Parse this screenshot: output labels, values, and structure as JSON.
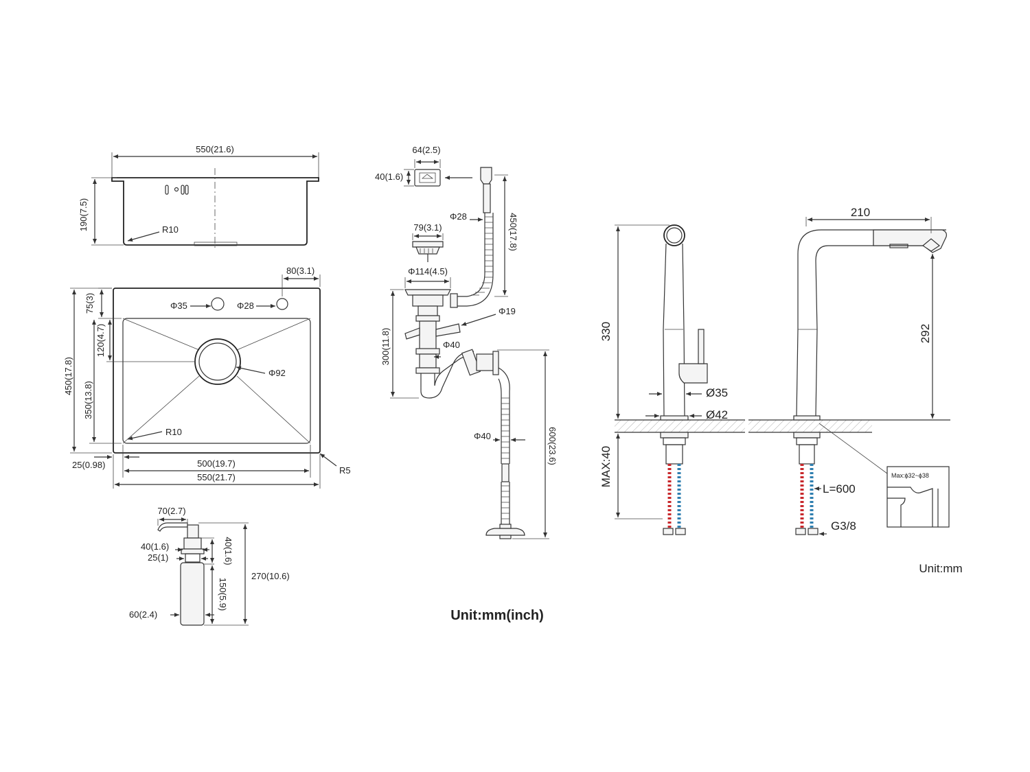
{
  "sink_side": {
    "width_label": "550(21.6)",
    "height_label": "190(7.5)",
    "radius_label": "R10"
  },
  "sink_top": {
    "tap_hole_1": "Φ35",
    "tap_hole_2": "Φ28",
    "offset_80": "80(3.1)",
    "dim_75": "75(3)",
    "dim_120": "120(4.7)",
    "dim_350": "350(13.8)",
    "dim_450": "450(17.8)",
    "drain_label": "Φ92",
    "radius_label": "R10",
    "dim_25": "25(0.98)",
    "inner_width": "500(19.7)",
    "outer_width": "550(21.7)",
    "corner_radius": "R5"
  },
  "soap_dispenser": {
    "dim_70": "70(2.7)",
    "dim_40a": "40(1.6)",
    "dim_25": "25(1)",
    "dim_60": "60(2.4)",
    "dim_40b": "40(1.6)",
    "dim_150": "150(5.9)",
    "dim_270": "270(10.6)"
  },
  "drain_kit": {
    "overflow_w": "64(2.5)",
    "overflow_h": "40(1.6)",
    "pipe_d": "Φ28",
    "hose_len": "450(17.8)",
    "basket_d": "79(3.1)",
    "flange_d": "Φ114(4.5)",
    "inlet_d": "Φ19",
    "trap_h": "300(11.8)",
    "outlet_d": "Φ40",
    "hose_d": "Φ40",
    "hose_h": "600(23.6)",
    "unit_label": "Unit:mm(inch)"
  },
  "faucet": {
    "height": "330",
    "body_d": "Ø35",
    "base_d": "Ø42",
    "max_thickness": "MAX:40",
    "reach": "210",
    "spout_h": "292",
    "hose_len": "L=600",
    "thread": "G3/8",
    "hole_range": "Max:ϕ32~ϕ38",
    "unit_label": "Unit:mm"
  }
}
